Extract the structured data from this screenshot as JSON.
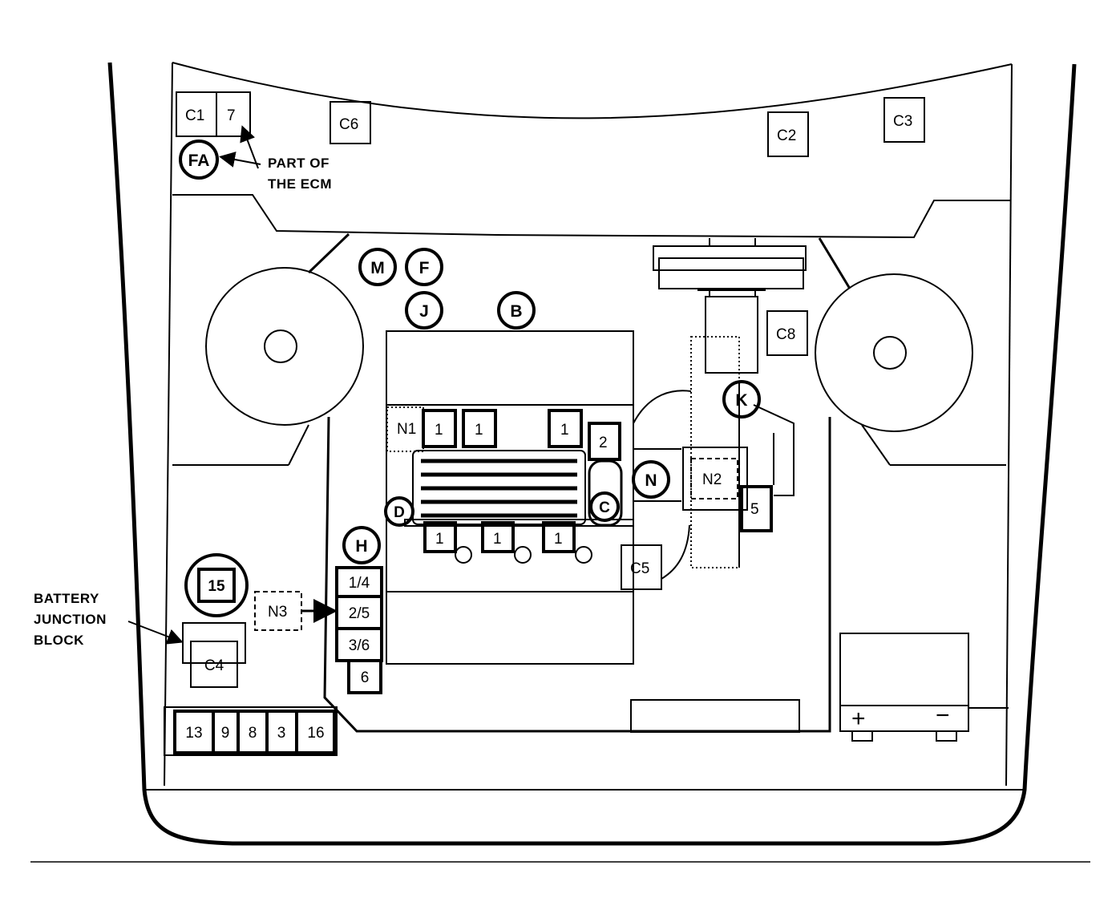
{
  "colors": {
    "ink": "#000000",
    "paper": "#ffffff"
  },
  "connectors": {
    "c1": "C1",
    "c2": "C2",
    "c3": "C3",
    "c4": "C4",
    "c5": "C5",
    "c6": "C6",
    "c8": "C8"
  },
  "callouts": {
    "fa": "FA",
    "m": "M",
    "f": "F",
    "j": "J",
    "b": "B",
    "k": "K",
    "n": "N",
    "c": "C",
    "d": "D",
    "h": "H"
  },
  "labels": {
    "n1": "N1",
    "n2": "N2",
    "n3": "N3",
    "seven": "7",
    "one": "1",
    "two": "2",
    "five": "5",
    "fifteen": "15",
    "one_four": "1/4",
    "two_five": "2/5",
    "three_six": "3/6",
    "six": "6",
    "thirteen": "13",
    "nine": "9",
    "eight": "8",
    "three": "3",
    "sixteen": "16",
    "plus": "+",
    "minus": "−"
  },
  "annotations": {
    "ecm_line1": "PART OF",
    "ecm_line2": "THE ECM",
    "bjb_line1": "BATTERY",
    "bjb_line2": "JUNCTION",
    "bjb_line3": "BLOCK"
  }
}
